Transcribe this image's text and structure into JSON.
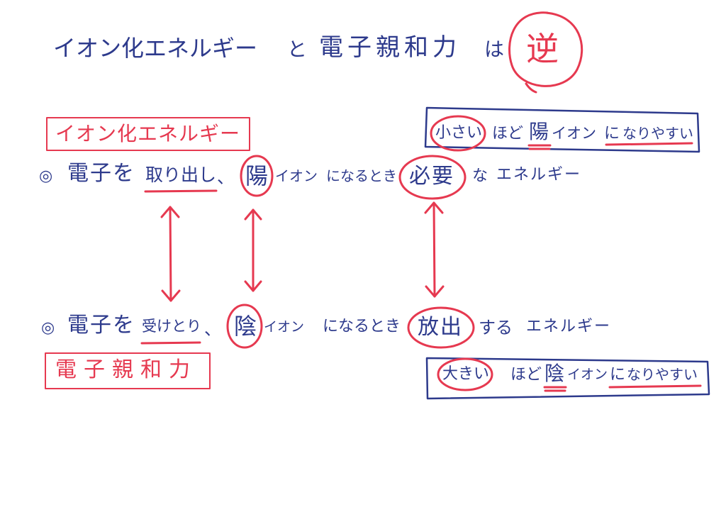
{
  "title": {
    "ionization": "イオン化エネルギー",
    "and": "と",
    "affinity": "電子親和力",
    "topic": "は",
    "opposite": "逆"
  },
  "ionization_label": "イオン化エネルギー",
  "ionization_note": {
    "circled": "小さい",
    "hodo": "ほど",
    "ion_mark": "陽",
    "ion": "イオン",
    "ni": "に",
    "easy": "なりやすい"
  },
  "ionization_definition": {
    "bullet": "◎",
    "subject": "電子を",
    "action": "取り出し",
    "comma": "、",
    "ion_mark": "陽",
    "ion": "イオン",
    "when": "になるとき",
    "key": "必要",
    "na": "な",
    "energy": "エネルギー"
  },
  "affinity_definition": {
    "bullet": "◎",
    "subject": "電子を",
    "action": "受けとり",
    "comma": "、",
    "ion_mark": "陰",
    "ion": "イオン",
    "when": "になるとき",
    "key": "放出",
    "suru": "する",
    "energy": "エネルギー"
  },
  "affinity_label": "電子親和力",
  "affinity_note": {
    "circled": "大きい",
    "hodo": "ほど",
    "ion_mark": "陰",
    "ion": "イオン",
    "ni": "に",
    "easy": "なりやすい"
  },
  "icons": {
    "connector": "double-headed-vertical-arrow"
  },
  "colors": {
    "ink_blue": "#2d3a8c",
    "ink_red": "#e63950",
    "paper": "#ffffff"
  }
}
